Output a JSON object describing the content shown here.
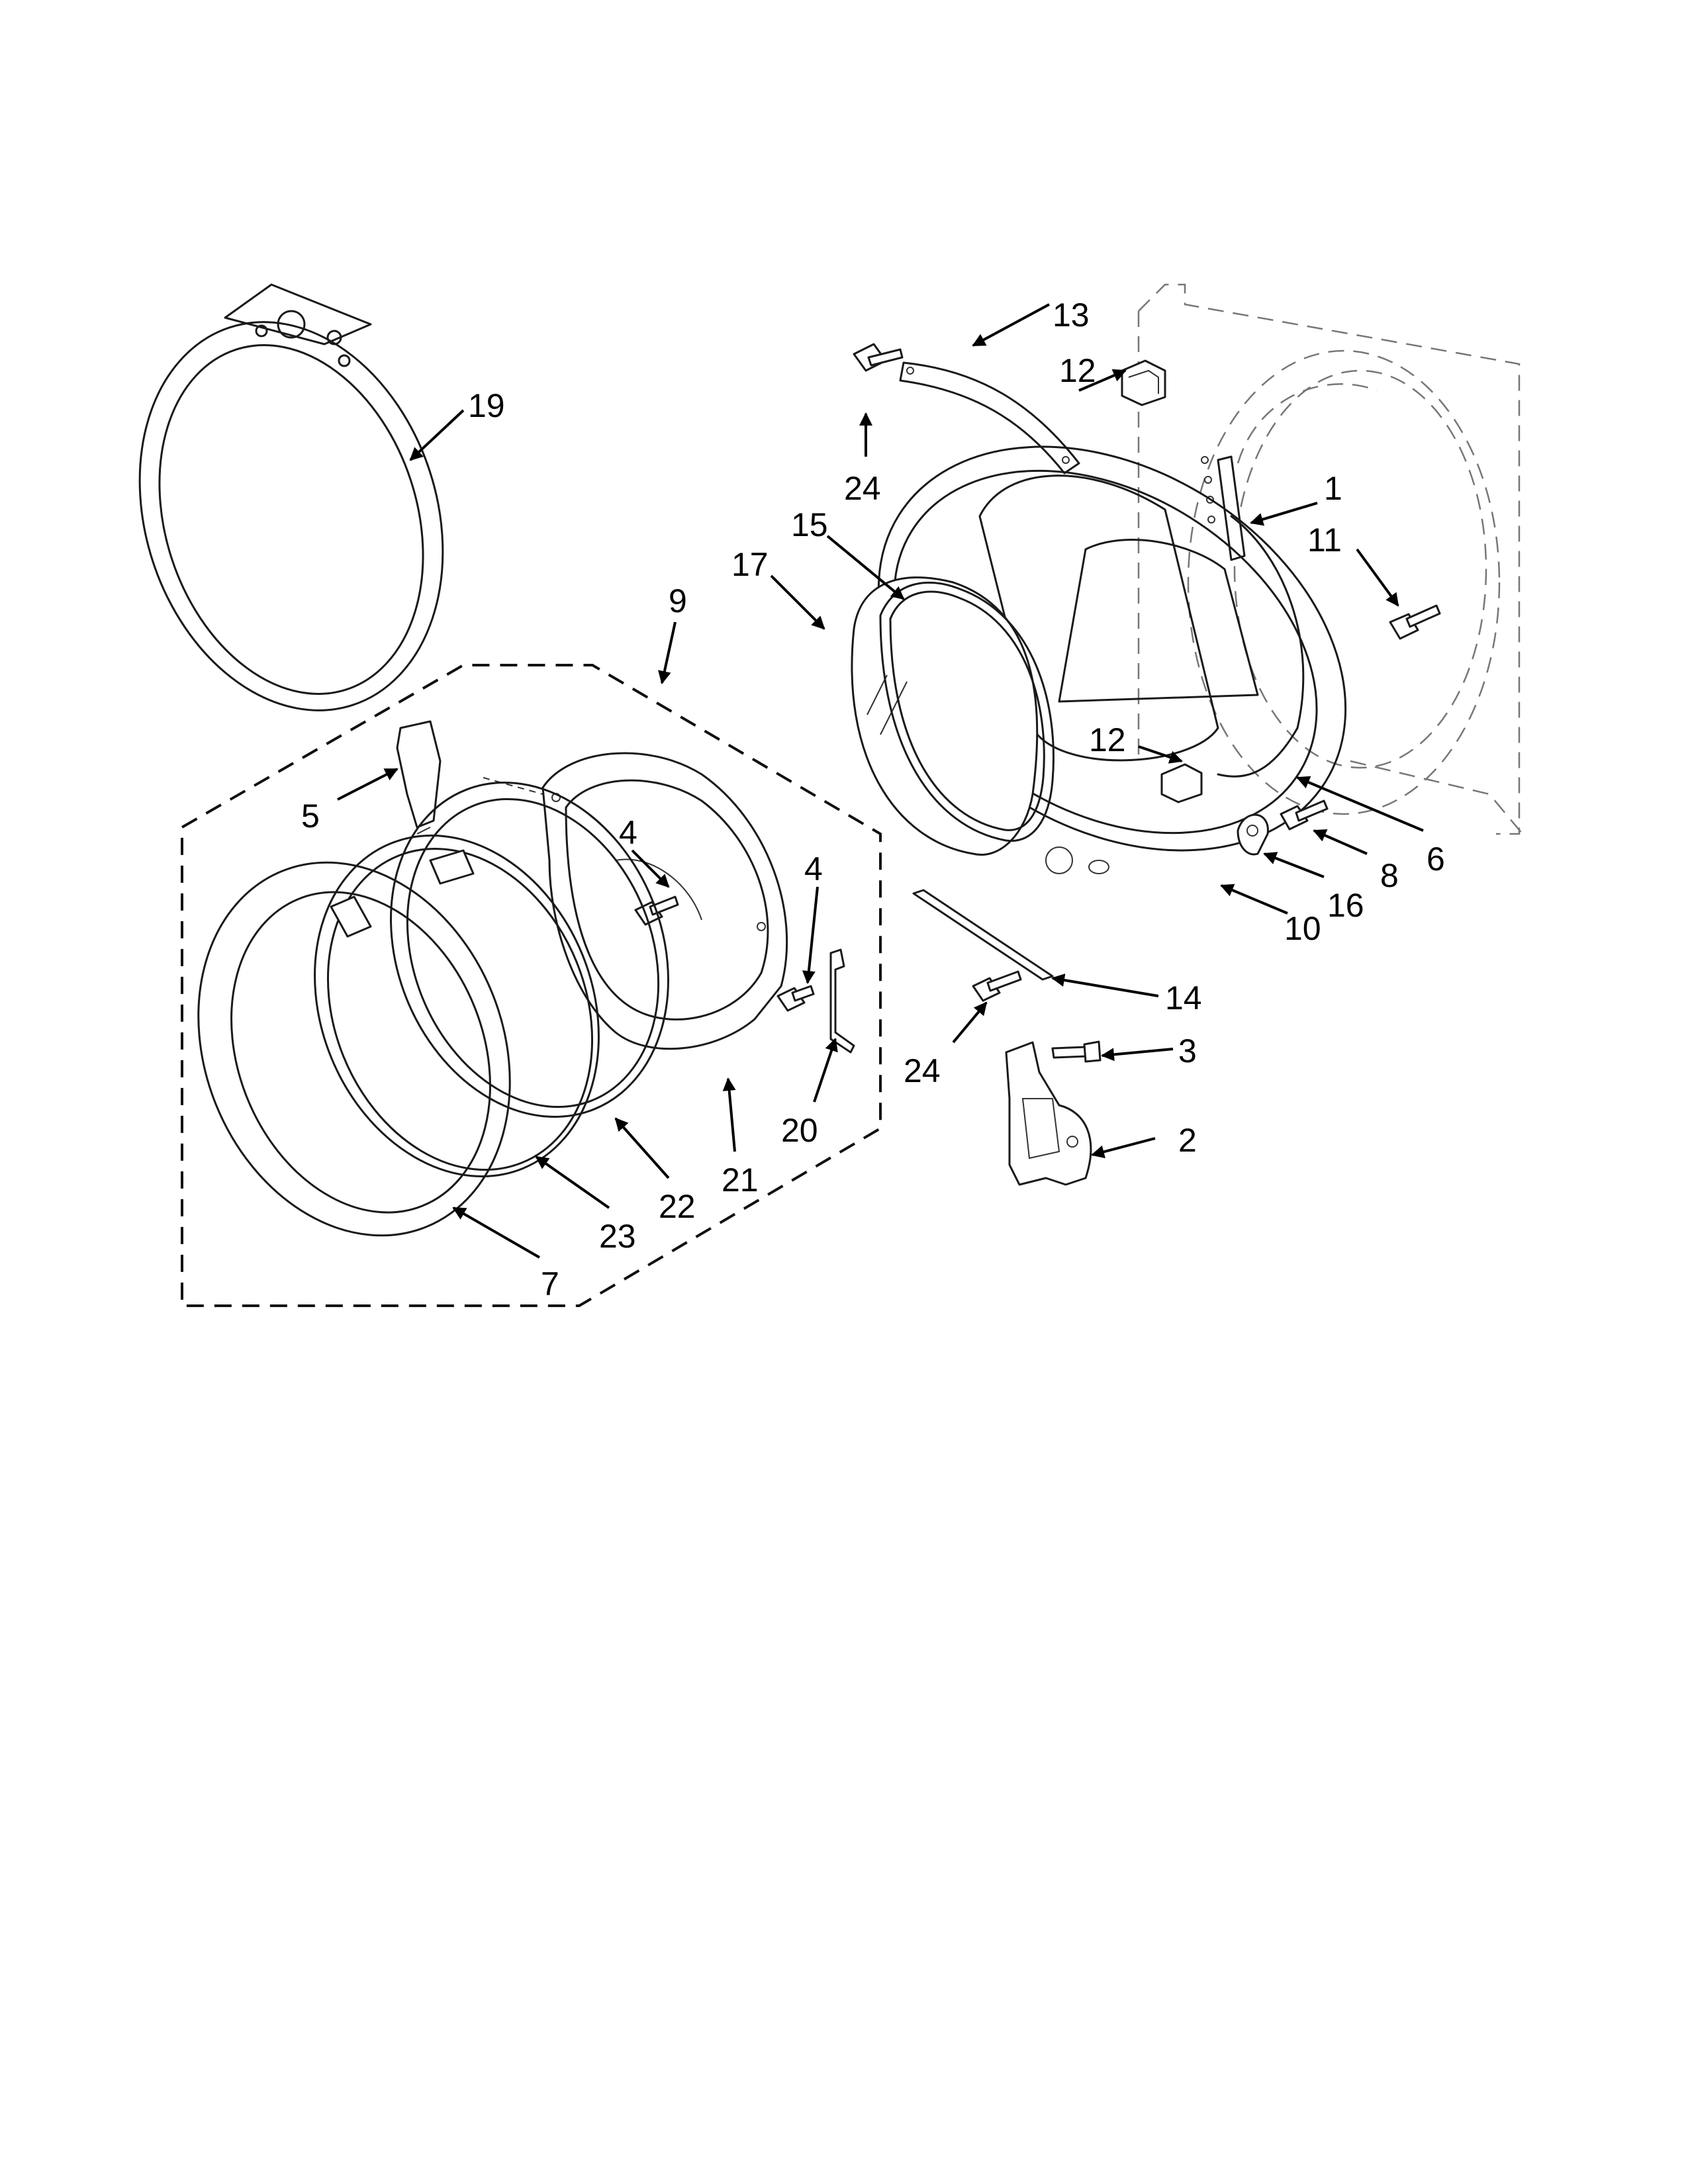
{
  "callouts": [
    {
      "id": "c13",
      "text": "13"
    },
    {
      "id": "c12a",
      "text": "12"
    },
    {
      "id": "c24a",
      "text": "24"
    },
    {
      "id": "c1",
      "text": "1"
    },
    {
      "id": "c11",
      "text": "11"
    },
    {
      "id": "c19",
      "text": "19"
    },
    {
      "id": "c15",
      "text": "15"
    },
    {
      "id": "c17",
      "text": "17"
    },
    {
      "id": "c9",
      "text": "9"
    },
    {
      "id": "c12b",
      "text": "12"
    },
    {
      "id": "c5",
      "text": "5"
    },
    {
      "id": "c4a",
      "text": "4"
    },
    {
      "id": "c4b",
      "text": "4"
    },
    {
      "id": "c6",
      "text": "6"
    },
    {
      "id": "c8",
      "text": "8"
    },
    {
      "id": "c16",
      "text": "16"
    },
    {
      "id": "c10",
      "text": "10"
    },
    {
      "id": "c14",
      "text": "14"
    },
    {
      "id": "c24b",
      "text": "24"
    },
    {
      "id": "c20",
      "text": "20"
    },
    {
      "id": "c3",
      "text": "3"
    },
    {
      "id": "c2",
      "text": "2"
    },
    {
      "id": "c21",
      "text": "21"
    },
    {
      "id": "c22",
      "text": "22"
    },
    {
      "id": "c23",
      "text": "23"
    },
    {
      "id": "c7",
      "text": "7"
    }
  ],
  "colors": {
    "line": "#1a1a1a",
    "hidden": "#777777",
    "background": "#ffffff"
  }
}
